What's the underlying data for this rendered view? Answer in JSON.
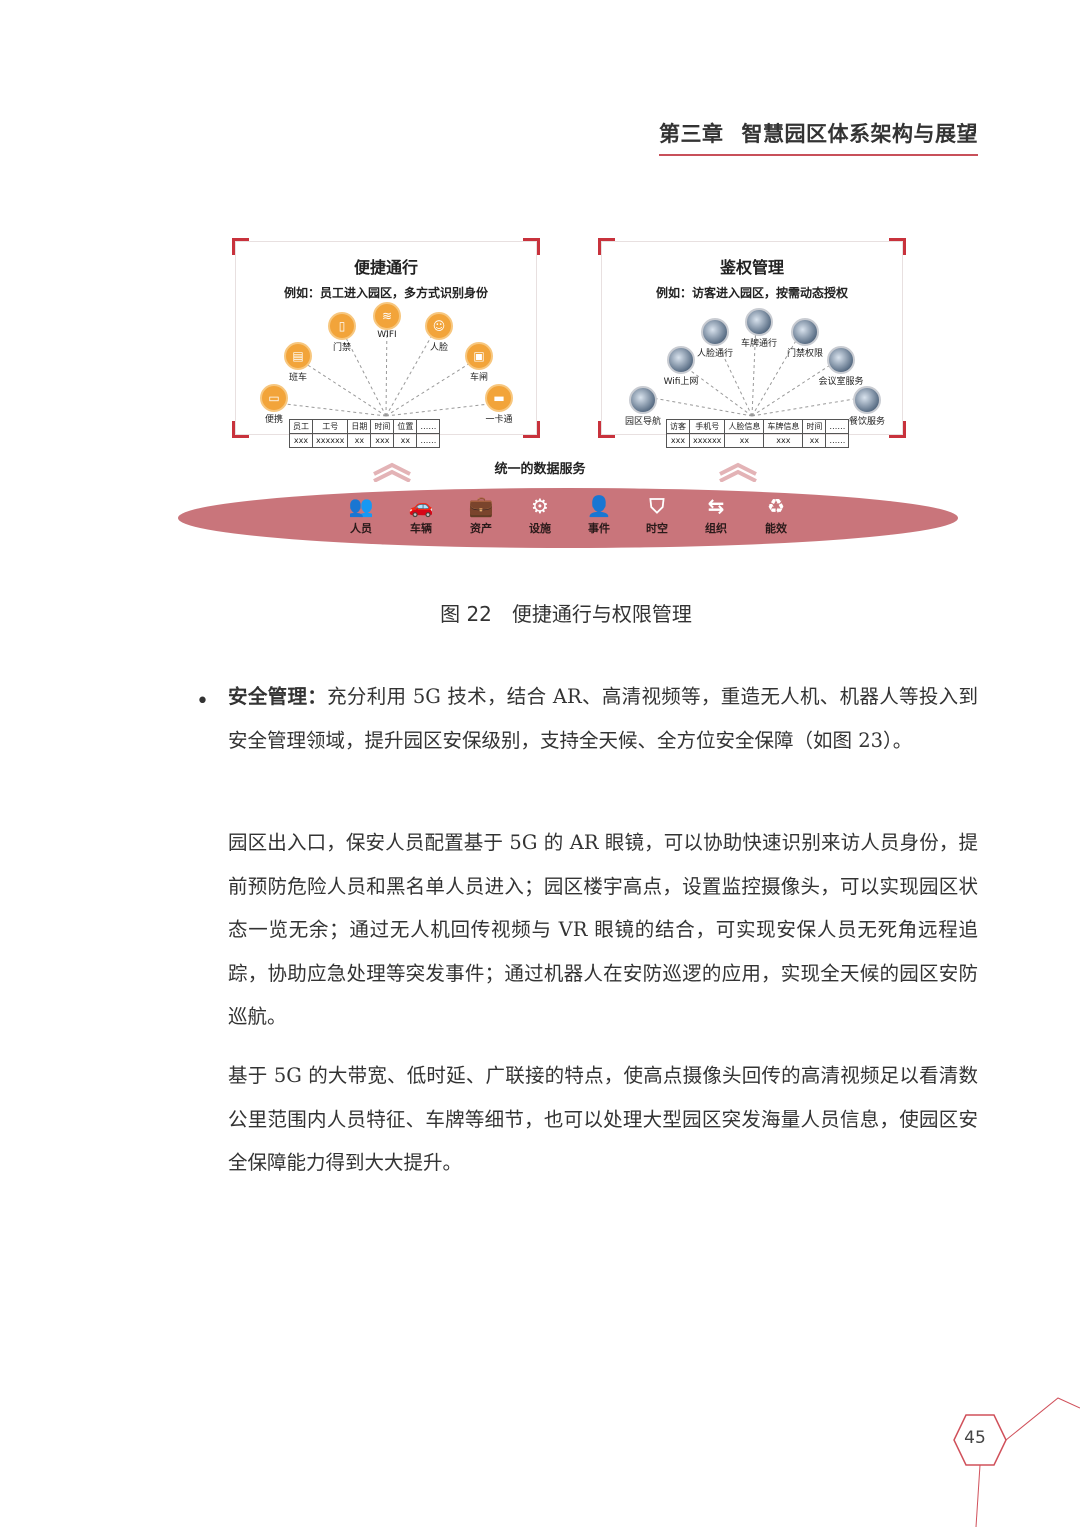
{
  "header": {
    "chapter_number": "第三章",
    "chapter_title": "智慧园区体系架构与展望"
  },
  "figure": {
    "left_panel": {
      "title": "便捷通行",
      "subtitle": "例如：员工进入园区，多方式识别身份",
      "nodes": [
        "便携",
        "班车",
        "门禁",
        "WIFI",
        "人脸",
        "车闸",
        "一卡通"
      ],
      "table_header": [
        "员工",
        "工号",
        "日期",
        "时间",
        "位置",
        "……"
      ],
      "table_row": [
        "xxx",
        "xxxxxx",
        "xx",
        "xxx",
        "xx",
        "……"
      ]
    },
    "right_panel": {
      "title": "鉴权管理",
      "subtitle": "例如：访客进入园区，按需动态授权",
      "nodes": [
        "园区导航",
        "Wifi上网",
        "人脸通行",
        "车牌通行",
        "门禁权限",
        "会议室服务",
        "餐饮服务"
      ],
      "table_header": [
        "访客",
        "手机号",
        "人脸信息",
        "车牌信息",
        "时间",
        "……"
      ],
      "table_row": [
        "xxx",
        "xxxxxx",
        "xx",
        "xxx",
        "xx",
        "……"
      ]
    },
    "unified_label": "统一的数据服务",
    "categories": [
      {
        "label": "人员",
        "icon": "people-icon"
      },
      {
        "label": "车辆",
        "icon": "car-icon"
      },
      {
        "label": "资产",
        "icon": "briefcase-icon"
      },
      {
        "label": "设施",
        "icon": "gears-icon"
      },
      {
        "label": "事件",
        "icon": "person-event-icon"
      },
      {
        "label": "时空",
        "icon": "shield-icon"
      },
      {
        "label": "组织",
        "icon": "org-icon"
      },
      {
        "label": "能效",
        "icon": "recycle-icon"
      }
    ],
    "caption_number": "图 22",
    "caption_text": "便捷通行与权限管理"
  },
  "body": {
    "bullet_lead": "安全管理：",
    "bullet_text": "充分利用 5G 技术，结合 AR、高清视频等，重造无人机、机器人等投入到安全管理领域，提升园区安保级别，支持全天候、全方位安全保障（如图 23）。",
    "paragraph_1": "园区出入口，保安人员配置基于 5G 的 AR 眼镜，可以协助快速识别来访人员身份，提前预防危险人员和黑名单人员进入；园区楼宇高点，设置监控摄像头，可以实现园区状态一览无余；通过无人机回传视频与 VR 眼镜的结合，可实现安保人员无死角远程追踪，协助应急处理等突发事件；通过机器人在安防巡逻的应用，实现全天候的园区安防巡航。",
    "paragraph_2": "基于 5G 的大带宽、低时延、广联接的特点，使高点摄像头回传的高清视频足以看清数公里范围内人员特征、车牌等细节，也可以处理大型园区突发海量人员信息，使园区安全保障能力得到大大提升。"
  },
  "page_number": "45"
}
